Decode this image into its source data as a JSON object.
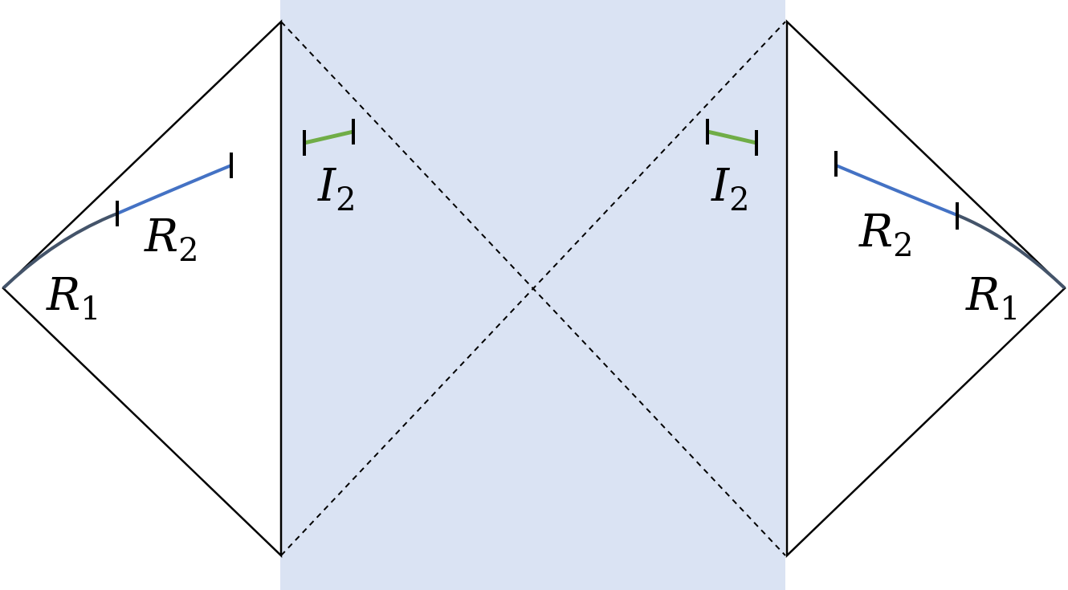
{
  "colors": {
    "background": "#ffffff",
    "shaded_region": "#dae3f3",
    "outline": "#000000",
    "radiation_segment_1": "#44546a",
    "radiation_segment_2": "#4472c4",
    "island_segment": "#70ad47"
  },
  "labels": {
    "left": {
      "R1": {
        "main": "R",
        "sub": "1"
      },
      "R2": {
        "main": "R",
        "sub": "2"
      },
      "I2": {
        "main": "I",
        "sub": "2"
      }
    },
    "right": {
      "R1": {
        "main": "R",
        "sub": "1"
      },
      "R2": {
        "main": "R",
        "sub": "2"
      },
      "I2": {
        "main": "I",
        "sub": "2"
      }
    }
  }
}
